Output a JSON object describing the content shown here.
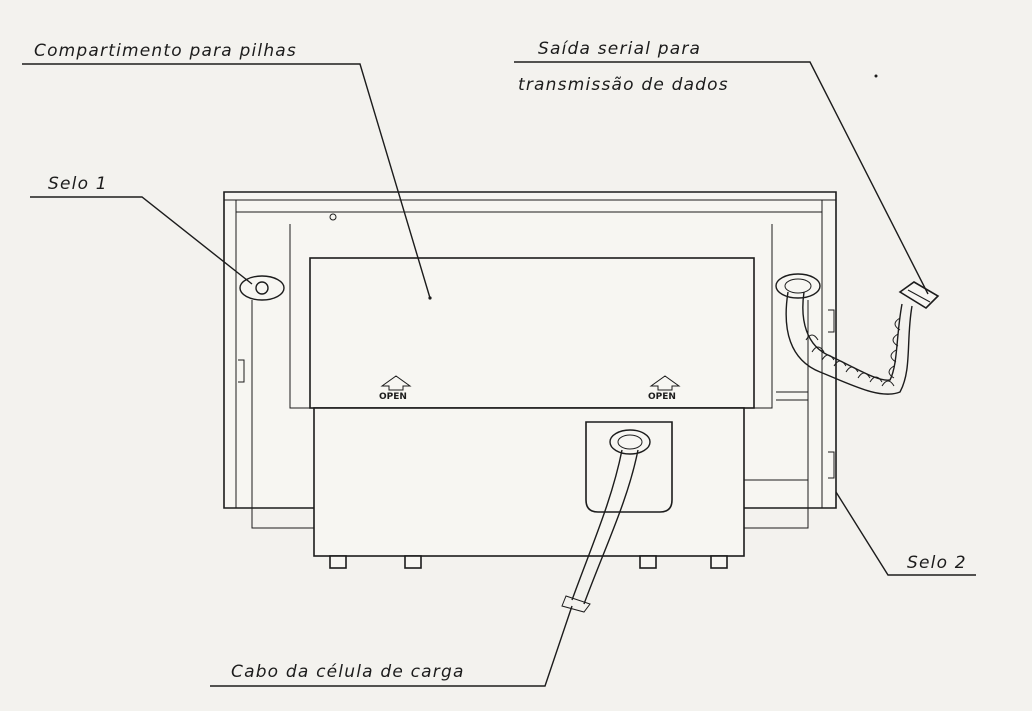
{
  "labels": {
    "battery_compartment": "Compartimento para pilhas",
    "serial_output_line1": "Saída serial para",
    "serial_output_line2": "transmissão de dados",
    "seal_1": "Selo 1",
    "seal_2": "Selo 2",
    "load_cell_cable": "Cabo da célula de carga"
  },
  "markings": {
    "open_left": "OPEN",
    "open_right": "OPEN"
  }
}
